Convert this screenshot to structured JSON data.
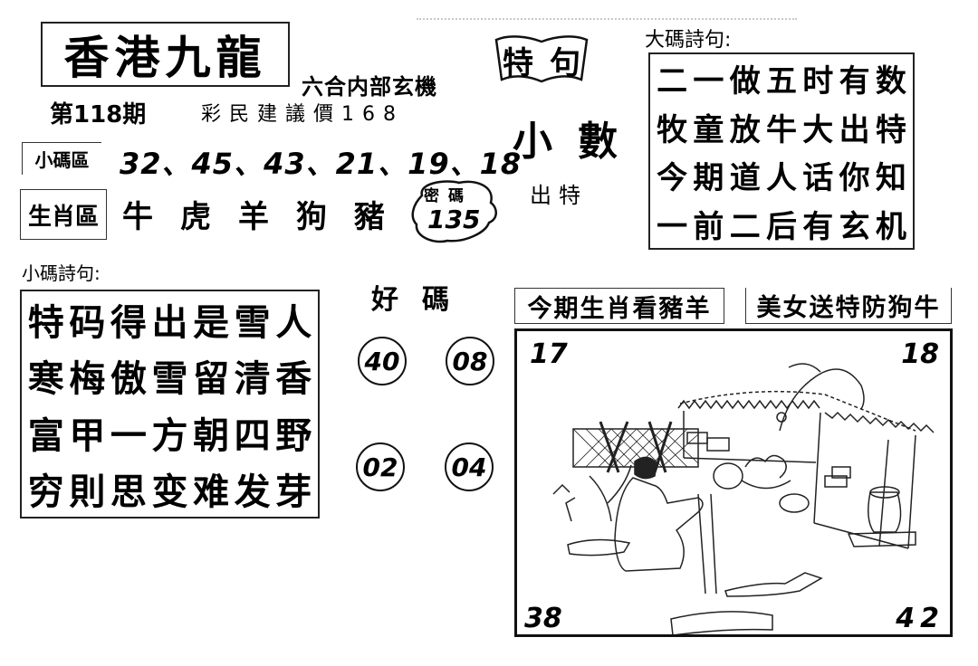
{
  "header": {
    "title": "香港九龍",
    "subtitle": "六合内部玄機",
    "issue": "第118期",
    "price_label": "彩民建議價168"
  },
  "small_zone": {
    "label": "小碼區",
    "numbers": "32、45、43、21、19、18"
  },
  "zodiac_zone": {
    "label": "生肖區",
    "items": [
      "牛",
      "虎",
      "羊",
      "狗",
      "豬"
    ]
  },
  "secret_code": {
    "label": "密碼",
    "value": "135"
  },
  "special_phrase": {
    "banner": [
      "特",
      "句"
    ],
    "text": "小數",
    "sub": "出特"
  },
  "big_poem": {
    "title": "大碼詩句:",
    "lines": [
      [
        "二",
        "一",
        "做",
        "五",
        "时",
        "有",
        "数"
      ],
      [
        "牧",
        "童",
        "放",
        "牛",
        "大",
        "出",
        "特"
      ],
      [
        "今",
        "期",
        "道",
        "人",
        "话",
        "你",
        "知"
      ],
      [
        "一",
        "前",
        "二",
        "后",
        "有",
        "玄",
        "机"
      ]
    ]
  },
  "small_poem": {
    "title": "小碼詩句:",
    "lines": [
      [
        "特",
        "码",
        "得",
        "出",
        "是",
        "雪",
        "人"
      ],
      [
        "寒",
        "梅",
        "傲",
        "雪",
        "留",
        "清",
        "香"
      ],
      [
        "富",
        "甲",
        "一",
        "方",
        "朝",
        "四",
        "野"
      ],
      [
        "穷",
        "則",
        "思",
        "变",
        "难",
        "发",
        "芽"
      ]
    ]
  },
  "good_numbers": {
    "title": "好碼",
    "values": [
      "40",
      "08",
      "02",
      "04"
    ]
  },
  "tips": {
    "zodiac_tip": "今期生肖看豬羊",
    "guard_tip": "美女送特防狗牛"
  },
  "picture": {
    "corners": {
      "top_left": "17",
      "top_right": "18",
      "bottom_left": "38",
      "bottom_right": "42"
    }
  }
}
